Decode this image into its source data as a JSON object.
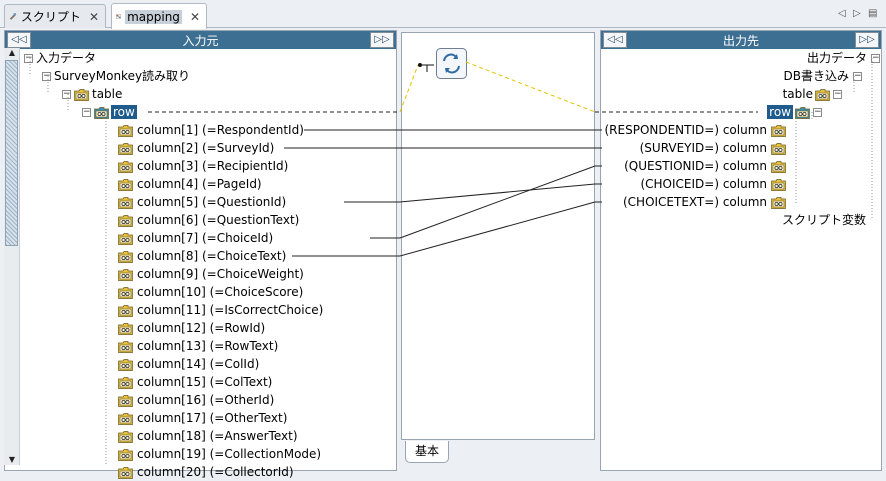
{
  "tabs": [
    {
      "label": "スクリプト",
      "close": "✕",
      "active": false
    },
    {
      "label": "mapping",
      "close": "✕",
      "active": true
    }
  ],
  "tabbar_controls": {
    "prev": "◁",
    "next": "▷",
    "menu": "▤"
  },
  "left_panel": {
    "header": "入力元",
    "collapse_btn": "◁◁",
    "expand_btn": "▷▷",
    "root": "入力データ",
    "reader": "SurveyMonkey読み取り",
    "table": "table",
    "row": "row",
    "columns": [
      "column[1] (=RespondentId)",
      "column[2] (=SurveyId)",
      "column[3] (=RecipientId)",
      "column[4] (=PageId)",
      "column[5] (=QuestionId)",
      "column[6] (=QuestionText)",
      "column[7] (=ChoiceId)",
      "column[8] (=ChoiceText)",
      "column[9] (=ChoiceWeight)",
      "column[10] (=ChoiceScore)",
      "column[11] (=IsCorrectChoice)",
      "column[12] (=RowId)",
      "column[13] (=RowText)",
      "column[14] (=ColId)",
      "column[15] (=ColText)",
      "column[16] (=OtherId)",
      "column[17] (=OtherText)",
      "column[18] (=AnswerText)",
      "column[19] (=CollectionMode)",
      "column[20] (=CollectorId)"
    ]
  },
  "right_panel": {
    "header": "出力先",
    "collapse_btn": "◁◁",
    "expand_btn": "▷▷",
    "root": "出力データ",
    "writer": "DB書き込み",
    "table": "table",
    "row": "row",
    "columns": [
      "(RESPONDENTID=) column",
      "(SURVEYID=) column",
      "(QUESTIONID=) column",
      "(CHOICEID=) column",
      "(CHOICETEXT=) column"
    ],
    "script_vars": "スクリプト変数"
  },
  "middle": {
    "bottom_tab": "基本"
  },
  "mappings": [
    {
      "from": 0,
      "to": 0
    },
    {
      "from": 1,
      "to": 1
    },
    {
      "from": 4,
      "to": 3
    },
    {
      "from": 6,
      "to": 2
    },
    {
      "from": 7,
      "to": 4
    }
  ],
  "colors": {
    "header": "#3d6f93",
    "selected": "#1f5c8d",
    "dash_link": "#e6c200"
  }
}
